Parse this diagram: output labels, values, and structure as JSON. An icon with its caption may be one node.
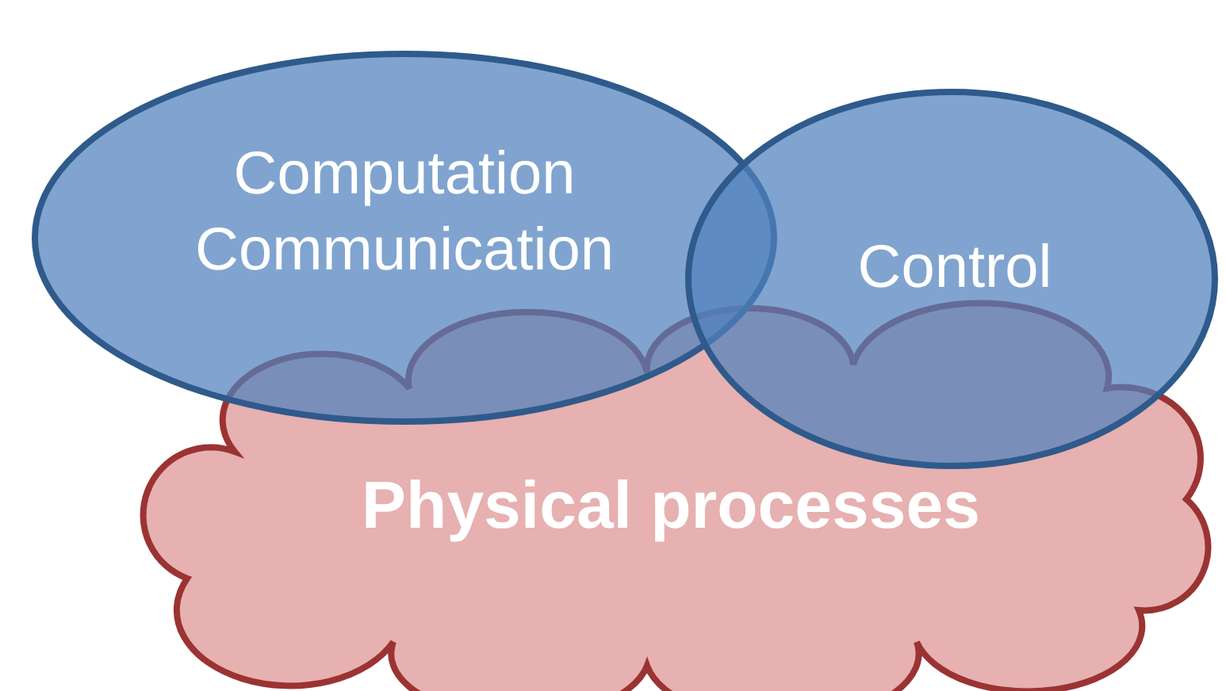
{
  "diagram": {
    "nodes": [
      {
        "text": [
          "Computation Communication"
        ]
      },
      {
        "text": [
          "Control"
        ]
      },
      {
        "text": [
          "Physical processes"
        ]
      }
    ]
  }
}
